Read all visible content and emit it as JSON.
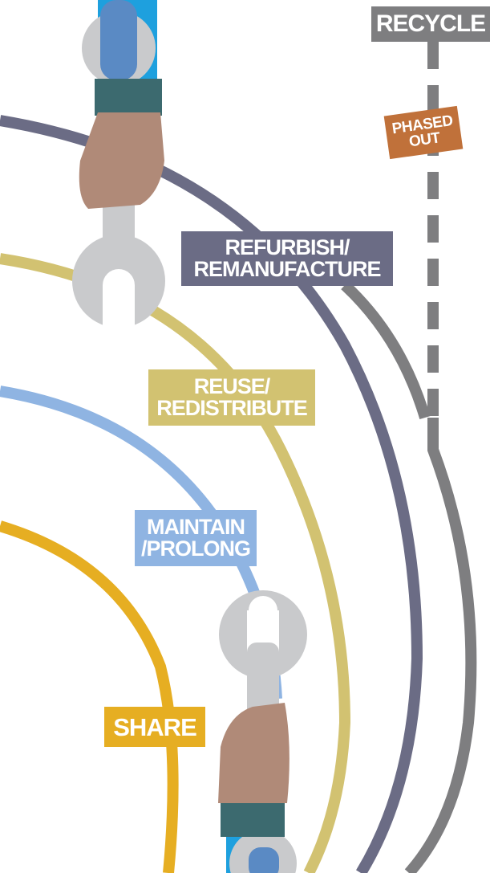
{
  "labels": {
    "recycle": "RECYCLE",
    "phased_out": [
      "PHASED",
      "OUT"
    ],
    "refurbish": [
      "REFURBISH/",
      "REMANUFACTURE"
    ],
    "reuse": [
      "REUSE/",
      "REDISTRIBUTE"
    ],
    "maintain": [
      "MAINTAIN",
      "/PROLONG"
    ],
    "share": "SHARE"
  },
  "colors": {
    "recycle": "#7e7e80",
    "phased_out": "#c0713a",
    "refurbish": "#6b6c85",
    "reuse": "#d2c271",
    "maintain": "#8fb4e2",
    "share": "#e6ae22",
    "wrench": "#c9cacc",
    "hand": "#b08a78",
    "cuff": "#3c6a6f",
    "pipe": "#5a8ac4"
  },
  "icons": [
    "wrench-icon",
    "hand-icon"
  ]
}
